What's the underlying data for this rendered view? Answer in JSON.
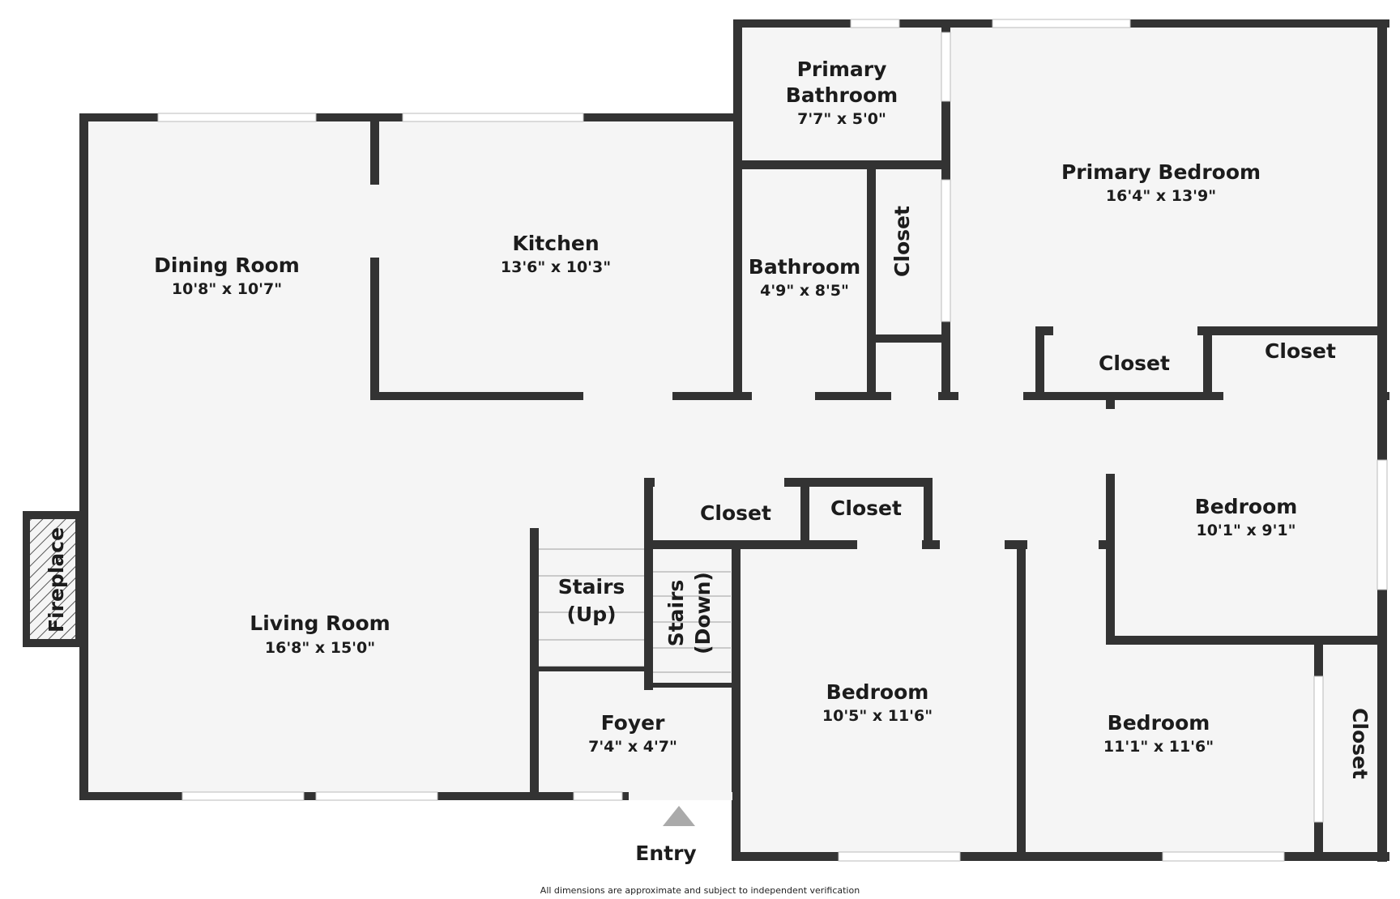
{
  "rooms": {
    "primary_bathroom": {
      "name_line1": "Primary",
      "name_line2": "Bathroom",
      "dims": "7'7\" x 5'0\""
    },
    "primary_bedroom": {
      "name": "Primary Bedroom",
      "dims": "16'4\" x 13'9\""
    },
    "dining_room": {
      "name": "Dining Room",
      "dims": "10'8\" x 10'7\""
    },
    "kitchen": {
      "name": "Kitchen",
      "dims": "13'6\" x 10'3\""
    },
    "bathroom": {
      "name": "Bathroom",
      "dims": "4'9\" x 8'5\""
    },
    "closet_vertical_top": {
      "name": "Closet"
    },
    "closet_mid_left": {
      "name": "Closet"
    },
    "closet_mid_right": {
      "name": "Closet"
    },
    "bedroom_right": {
      "name": "Bedroom",
      "dims": "10'1\" x 9'1\""
    },
    "closet_center_left": {
      "name": "Closet"
    },
    "closet_center_right": {
      "name": "Closet"
    },
    "fireplace": {
      "name": "Fireplace"
    },
    "living_room": {
      "name": "Living Room",
      "dims": "16'8\" x 15'0\""
    },
    "stairs_up": {
      "name_line1": "Stairs",
      "name_line2": "(Up)"
    },
    "stairs_down": {
      "name_line1": "Stairs",
      "name_line2": "(Down)"
    },
    "bedroom_center": {
      "name": "Bedroom",
      "dims": "10'5\" x 11'6\""
    },
    "bedroom_bottom_right": {
      "name": "Bedroom",
      "dims": "11'1\" x 11'6\""
    },
    "closet_bottom_right": {
      "name": "Closet"
    },
    "foyer": {
      "name": "Foyer",
      "dims": "7'4\" x 4'7\""
    }
  },
  "entry_label": "Entry",
  "disclaimer": "All dimensions are approximate and subject to independent verification",
  "colors": {
    "wall": "#333333",
    "floor": "#f5f5f5",
    "window": "#ffffff",
    "entry_arrow": "#aaaaaa",
    "hatch": "#555555"
  }
}
